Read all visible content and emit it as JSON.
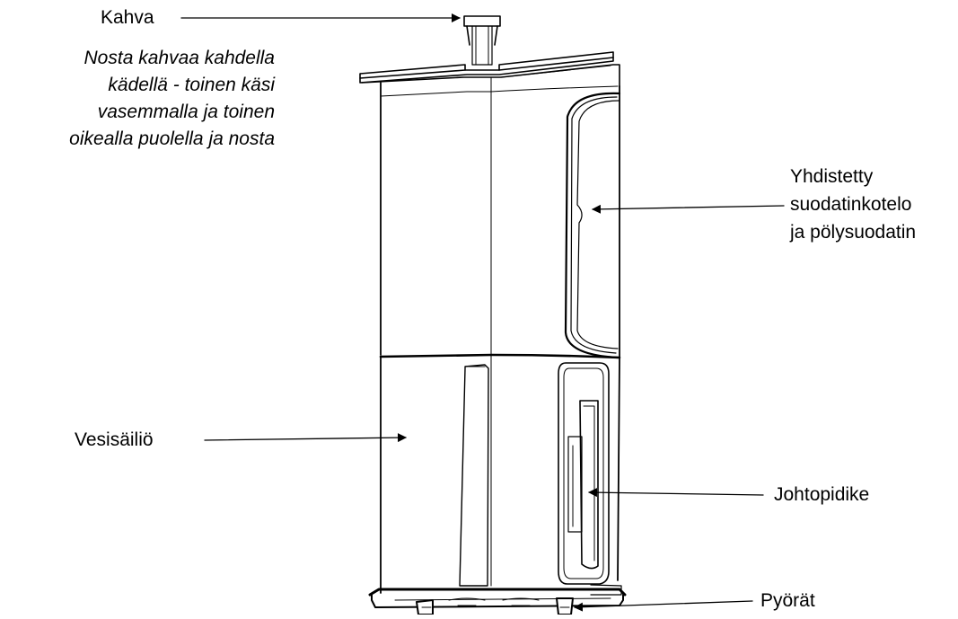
{
  "labels": {
    "handle": "Kahva",
    "filter": [
      "Yhdistetty",
      "suodatinkotelo",
      "ja pölysuodatin"
    ],
    "water_tank": "Vesisäiliö",
    "cord_holder": "Johtopidike",
    "wheels": "Pyörät"
  },
  "instruction": [
    "Nosta kahvaa kahdella",
    "kädellä - toinen käsi",
    "vasemmalla ja toinen",
    "oikealla puolella ja nosta"
  ],
  "colors": {
    "line": "#000000",
    "background": "#ffffff"
  }
}
